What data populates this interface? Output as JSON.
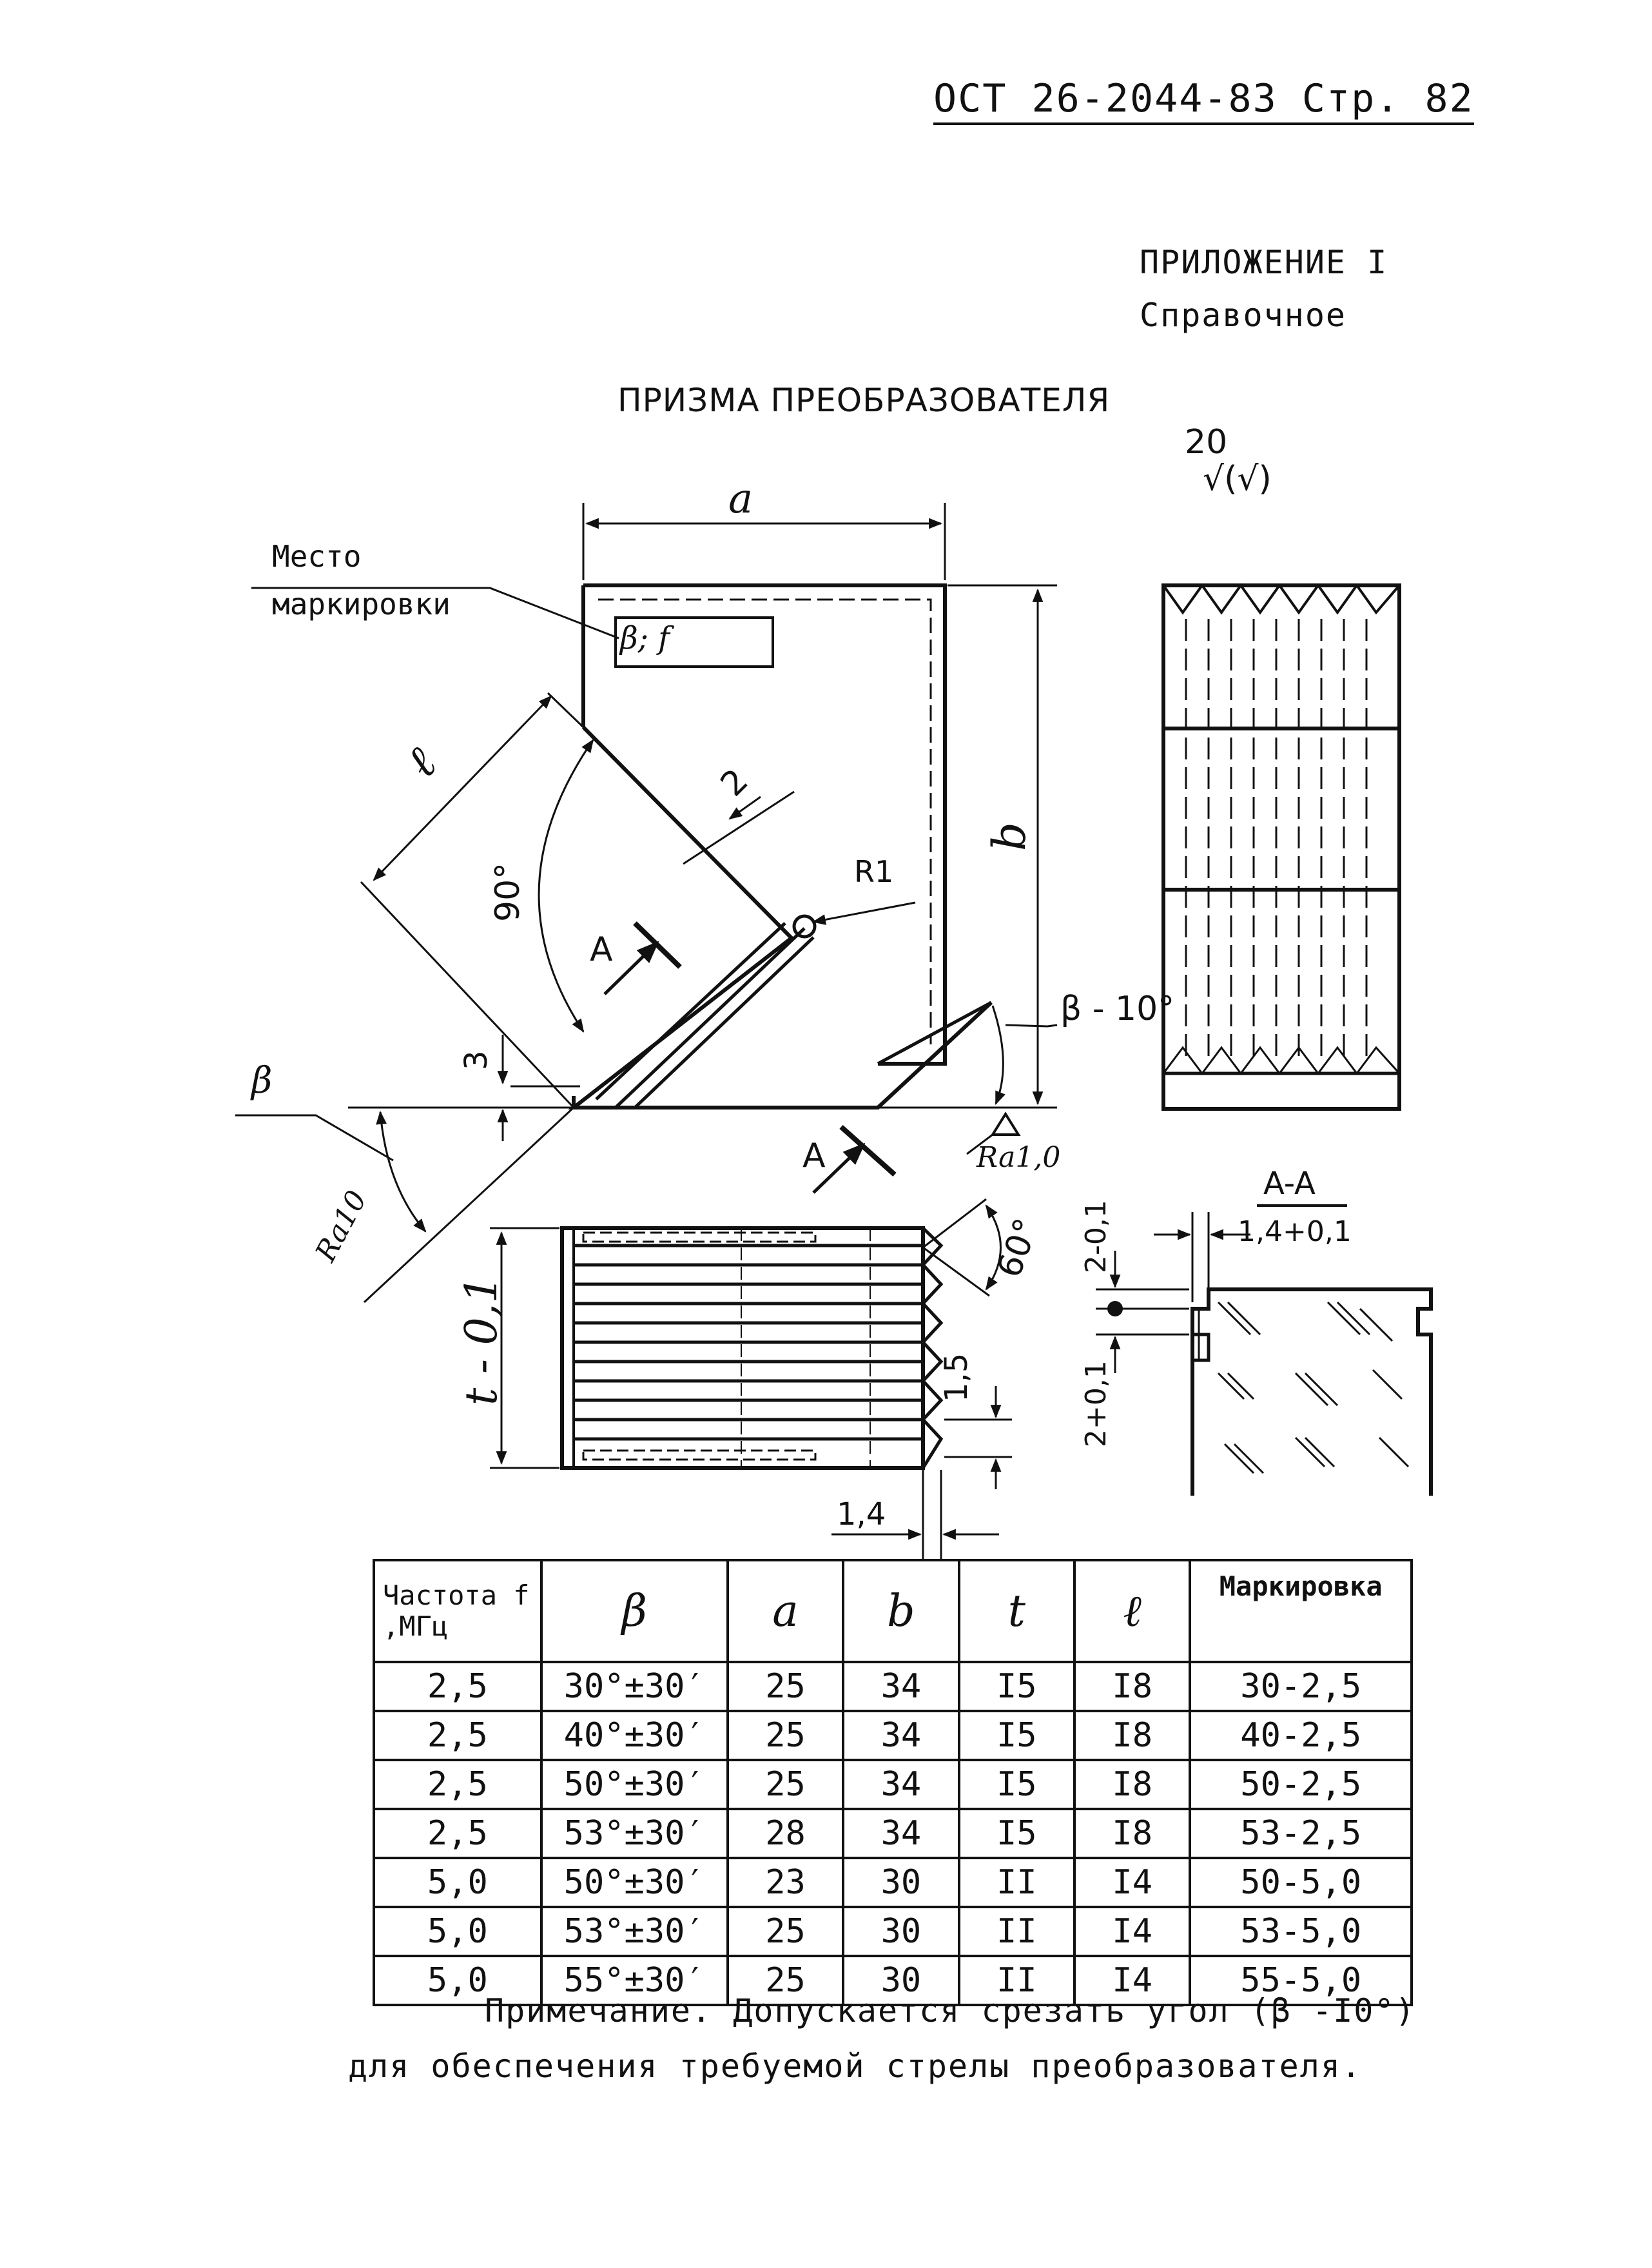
{
  "header": {
    "code": "ОСТ 26-2044-83 Стр. 82"
  },
  "appendix": {
    "title": "ПРИЛОЖЕНИЕ I",
    "subtitle": "Справочное"
  },
  "drawing": {
    "title": "ПРИЗМА ПРЕОБРАЗОВАТЕЛЯ",
    "roughness_main": "20",
    "roughness_check": "√(√)",
    "marking_place_line1": "Место",
    "marking_place_line2": "маркировки",
    "marking_text": "β; f",
    "dims": {
      "a": "a",
      "b": "b",
      "l": "ℓ",
      "t": "t - 0,1",
      "two": "2",
      "three": "3",
      "r1": "R1",
      "ninety": "90°",
      "beta": "β",
      "beta_minus": "β - 10°",
      "ra10": "Ra10",
      "ra1": "Ra1,0",
      "sixty": "60°",
      "one_five": "1,5",
      "one_four": "1,4",
      "section_a_left": "A",
      "section_a_bottom": "A",
      "section_title": "A-A",
      "section_width": "1,4+0,1",
      "section_top": "2-0,1",
      "section_bottom": "2+0,1"
    }
  },
  "table": {
    "headers": [
      "Частота f ,МГц",
      "β",
      "a",
      "b",
      "t",
      "ℓ",
      "Маркировка"
    ],
    "rows": [
      [
        "2,5",
        "30°±30′",
        "25",
        "34",
        "I5",
        "I8",
        "30-2,5"
      ],
      [
        "2,5",
        "40°±30′",
        "25",
        "34",
        "I5",
        "I8",
        "40-2,5"
      ],
      [
        "2,5",
        "50°±30′",
        "25",
        "34",
        "I5",
        "I8",
        "50-2,5"
      ],
      [
        "2,5",
        "53°±30′",
        "28",
        "34",
        "I5",
        "I8",
        "53-2,5"
      ],
      [
        "5,0",
        "50°±30′",
        "23",
        "30",
        "II",
        "I4",
        "50-5,0"
      ],
      [
        "5,0",
        "53°±30′",
        "25",
        "30",
        "II",
        "I4",
        "53-5,0"
      ],
      [
        "5,0",
        "55°±30′",
        "25",
        "30",
        "II",
        "I4",
        "55-5,0"
      ]
    ]
  },
  "note": {
    "line1": "Примечание. Допускается срезать угол (β -I0°)",
    "line2": "для обеспечения требуемой стрелы преобразователя."
  }
}
